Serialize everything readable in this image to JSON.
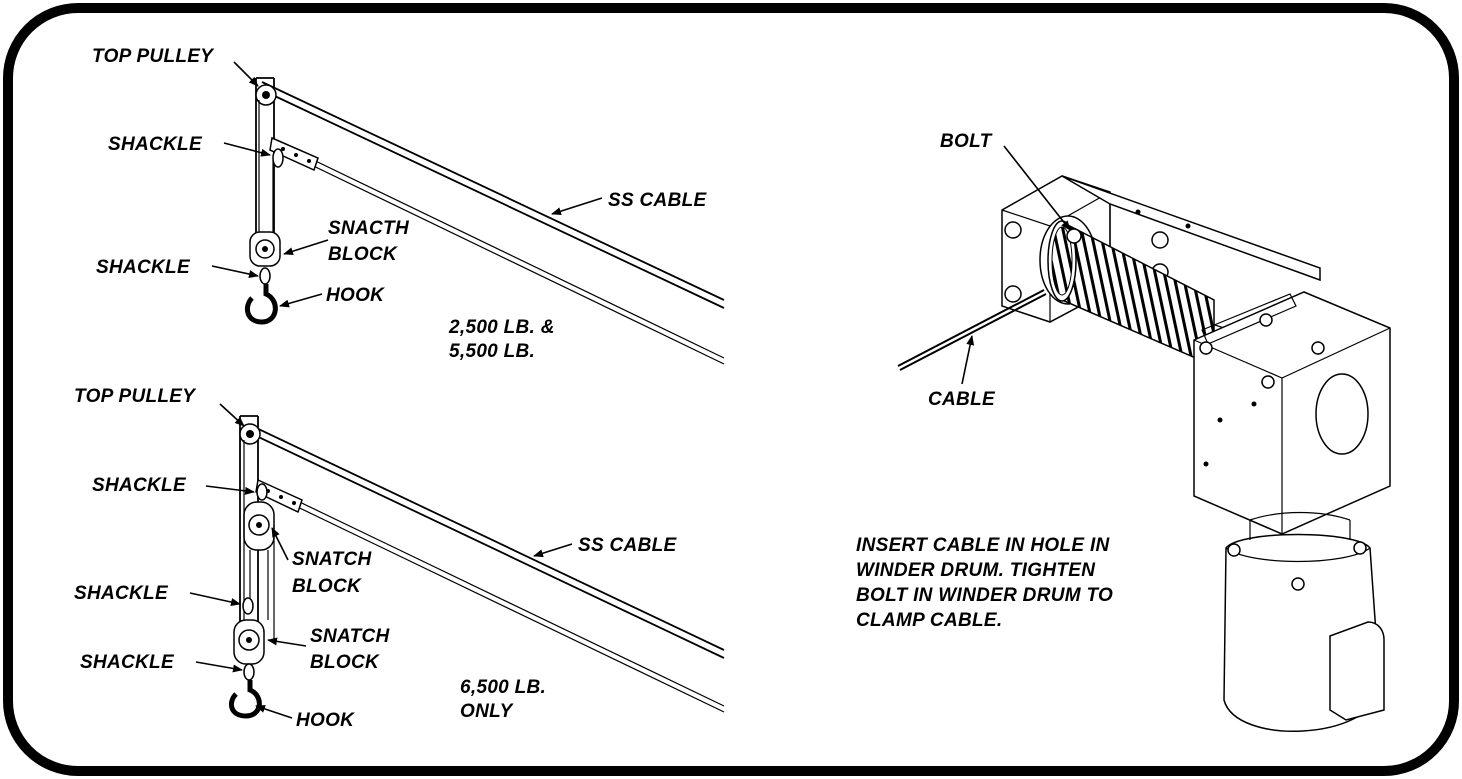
{
  "top_diagram": {
    "top_pulley": "TOP PULLEY",
    "shackle_1": "SHACKLE",
    "shackle_2": "SHACKLE",
    "snatch_block_line1": "SNACTH",
    "snatch_block_line2": "BLOCK",
    "hook": "HOOK",
    "ss_cable": "SS CABLE",
    "capacity_line1": "2,500 LB. &",
    "capacity_line2": "5,500 LB."
  },
  "bottom_diagram": {
    "top_pulley": "TOP PULLEY",
    "shackle_1": "SHACKLE",
    "shackle_2": "SHACKLE",
    "shackle_3": "SHACKLE",
    "snatch_block_1_line1": "SNATCH",
    "snatch_block_1_line2": "BLOCK",
    "snatch_block_2_line1": "SNATCH",
    "snatch_block_2_line2": "BLOCK",
    "hook": "HOOK",
    "ss_cable": "SS CABLE",
    "capacity_line1": "6,500 LB.",
    "capacity_line2": "ONLY"
  },
  "winder_diagram": {
    "bolt": "BOLT",
    "cable": "CABLE",
    "instruction_line1": "INSERT CABLE IN HOLE IN",
    "instruction_line2": "WINDER DRUM. TIGHTEN",
    "instruction_line3": "BOLT IN WINDER DRUM TO",
    "instruction_line4": "CLAMP CABLE."
  }
}
